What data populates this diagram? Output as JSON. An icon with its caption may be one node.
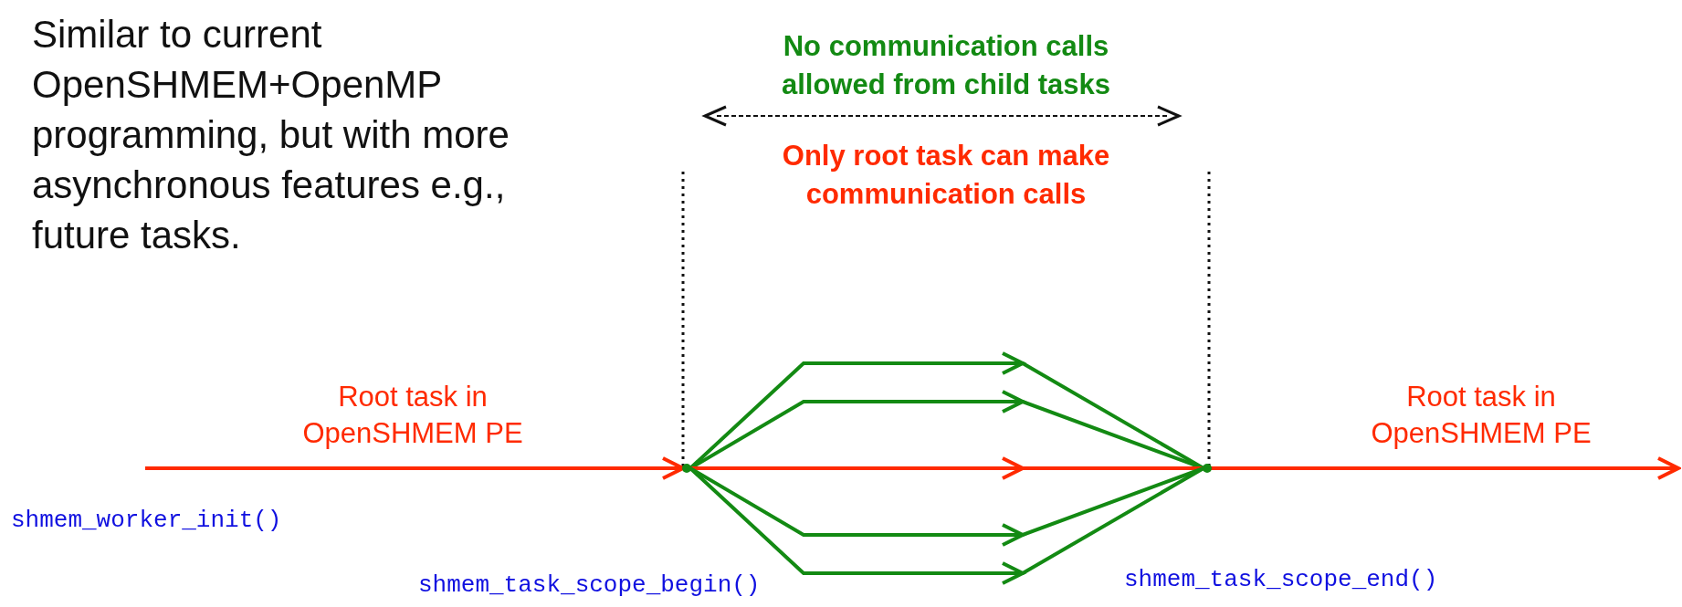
{
  "diagram": {
    "nodes": [
      {
        "text": [],
        "shape": "point"
      },
      {
        "text": [],
        "shape": "point"
      }
    ],
    "edges": [
      {
        "from": null,
        "to": 0,
        "arrow": "to",
        "color": "#ff2a00"
      },
      {
        "from": 0,
        "to": 1,
        "arrow": "to",
        "color": "#138a13"
      },
      {
        "from": 0,
        "to": 1,
        "arrow": "to",
        "color": "#138a13"
      },
      {
        "from": 0,
        "to": 1,
        "arrow": "to",
        "color": "#ff2a00"
      },
      {
        "from": 0,
        "to": 1,
        "arrow": "to",
        "color": "#138a13"
      },
      {
        "from": 0,
        "to": 1,
        "arrow": "to",
        "color": "#138a13"
      },
      {
        "from": 1,
        "to": null,
        "arrow": "to",
        "color": "#ff2a00"
      }
    ],
    "labels": [
      "Similar to current OpenSHMEM+OpenMP programming, but with more asynchronous features e.g., future tasks.",
      "No communication calls allowed from child tasks",
      "Only root task can make communication calls",
      "Root task in OpenSHMEM PE",
      "Root task in OpenSHMEM PE",
      "shmem_worker_init()",
      "shmem_task_scope_begin()",
      "shmem_task_scope_end()"
    ]
  }
}
